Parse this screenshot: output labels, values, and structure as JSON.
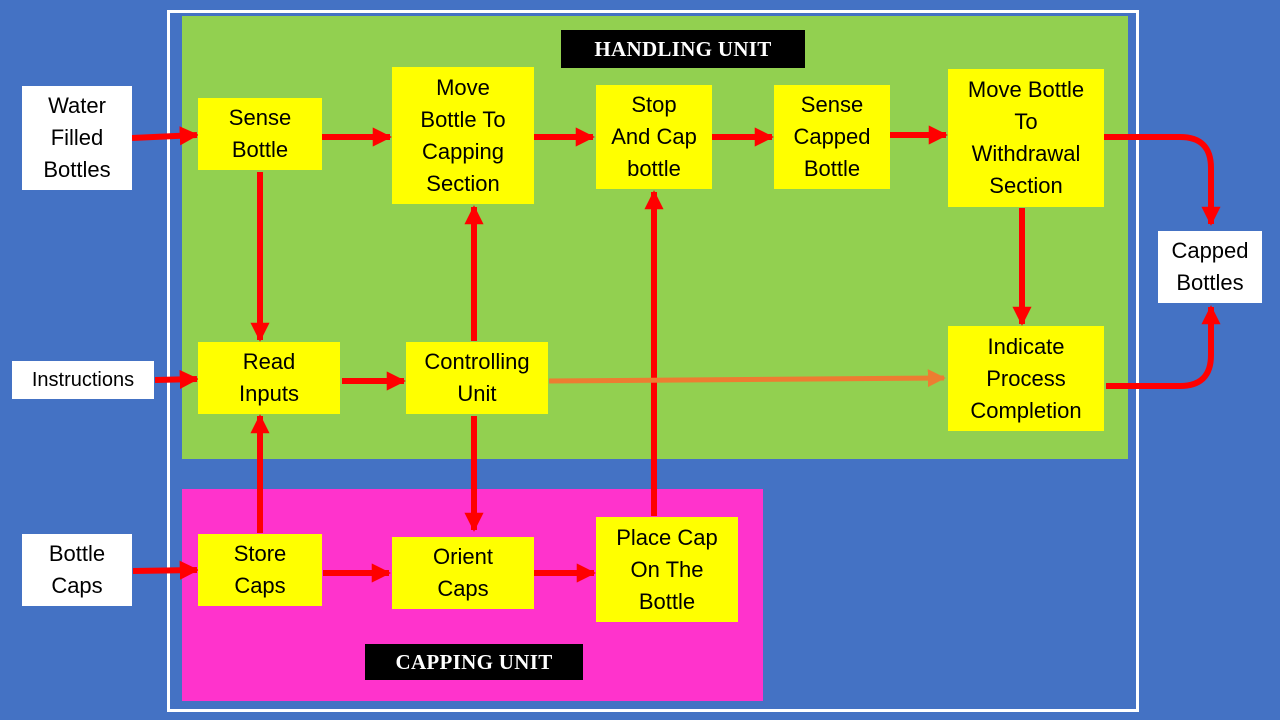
{
  "colors": {
    "background": "#4472C4",
    "handling_unit": "#92D050",
    "capping_unit": "#FF33CC",
    "process_box": "#FFFF00",
    "arrow": "#FF0000",
    "control_arrow": "#ED7D31"
  },
  "units": {
    "handling": "HANDLING UNIT",
    "capping": "CAPPING UNIT"
  },
  "inputs": {
    "water_bottles": "Water\nFilled\nBottles",
    "instructions": "Instructions",
    "bottle_caps": "Bottle\nCaps"
  },
  "output": {
    "capped_bottles": "Capped\nBottles"
  },
  "steps": {
    "sense_bottle": "Sense\nBottle",
    "move_to_capping": "Move\nBottle To\nCapping\nSection",
    "stop_and_cap": "Stop\nAnd Cap\nbottle",
    "sense_capped": "Sense\nCapped\nBottle",
    "move_to_withdrawal": "Move Bottle\nTo\nWithdrawal\nSection",
    "read_inputs": "Read\nInputs",
    "controlling_unit": "Controlling\nUnit",
    "indicate_completion": "Indicate\nProcess\nCompletion",
    "store_caps": "Store\nCaps",
    "orient_caps": "Orient\nCaps",
    "place_cap": "Place Cap\nOn The\nBottle"
  }
}
